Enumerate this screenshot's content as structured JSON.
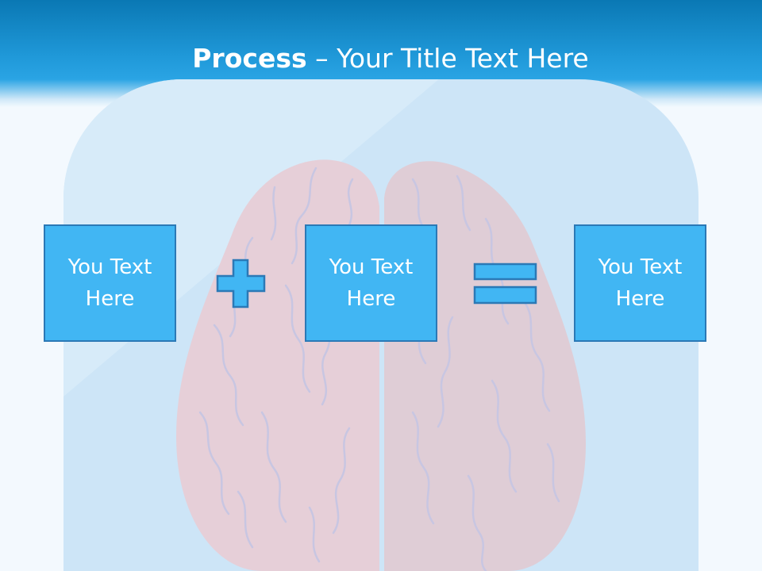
{
  "title": {
    "bold": "Process",
    "dash": " – ",
    "rest": "Your Title Text Here"
  },
  "boxes": [
    {
      "text": "You Text Here"
    },
    {
      "text": "You Text Here"
    },
    {
      "text": "You Text Here"
    }
  ],
  "operators": [
    "plus",
    "equals"
  ],
  "icons": [
    "brain-illustration",
    "plus-icon",
    "equals-icon"
  ],
  "colors": {
    "header": "#1f98d8",
    "box_fill": "#41b6f3",
    "box_border": "#2b79b6",
    "background_panel": "#cde5f7",
    "brain_left": "#e6cfd8",
    "brain_right": "#dfcdd6"
  }
}
